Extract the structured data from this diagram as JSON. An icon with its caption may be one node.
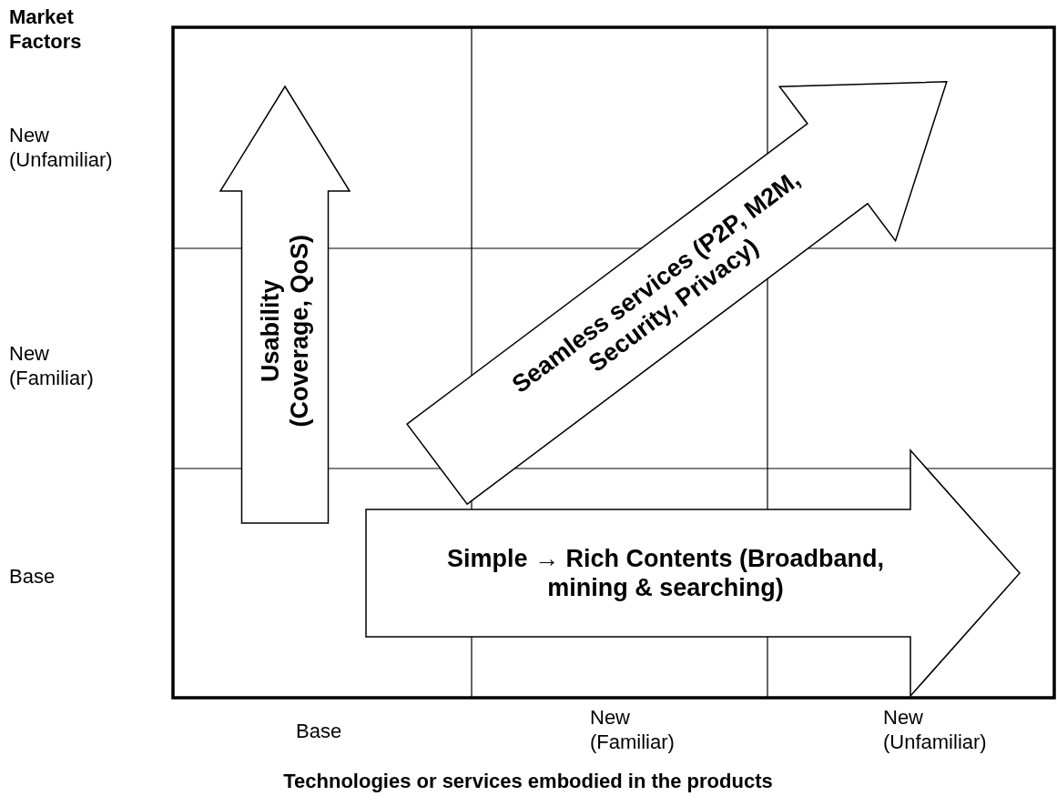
{
  "diagram": {
    "nodes": [
      {
        "text": [
          "Usability (Coverage, QoS)"
        ]
      },
      {
        "text": [
          "Seamless services (P2P, M2M, Security, Privacy)"
        ]
      },
      {
        "text": [
          "Simple → Rich Contents (Broadband, mining & searching)"
        ]
      }
    ],
    "labels": [
      "Market Factors",
      "New (Unfamiliar)",
      "New (Familiar)",
      "Base",
      "Base",
      "New (Familiar)",
      "New (Unfamiliar)",
      "Technologies or services embodied in the products"
    ]
  }
}
